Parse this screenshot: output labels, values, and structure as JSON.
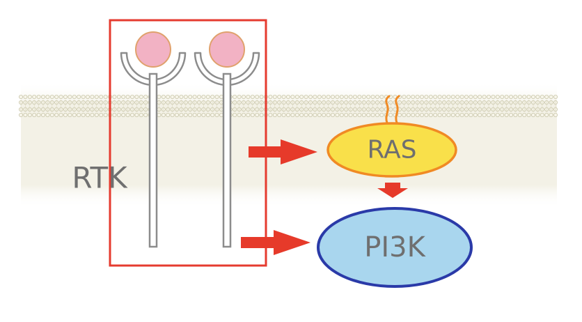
{
  "labels": {
    "rtk": "RTK",
    "ras": "RAS",
    "pi3k": "PI3K"
  },
  "colors": {
    "membrane_band": "#f3f1e4",
    "membrane_bead": "#c8c5a8",
    "receptor_box": "#e53b2f",
    "ligand_fill": "#f2b2c4",
    "ligand_stroke": "#e0a16c",
    "receptor_stroke": "#8c8c8c",
    "ras_fill": "#f9e04a",
    "ras_stroke": "#f08a24",
    "pi3k_fill": "#a9d6ee",
    "pi3k_stroke": "#2a3aa8",
    "arrow": "#e63a2a",
    "anchor": "#f08a24"
  }
}
